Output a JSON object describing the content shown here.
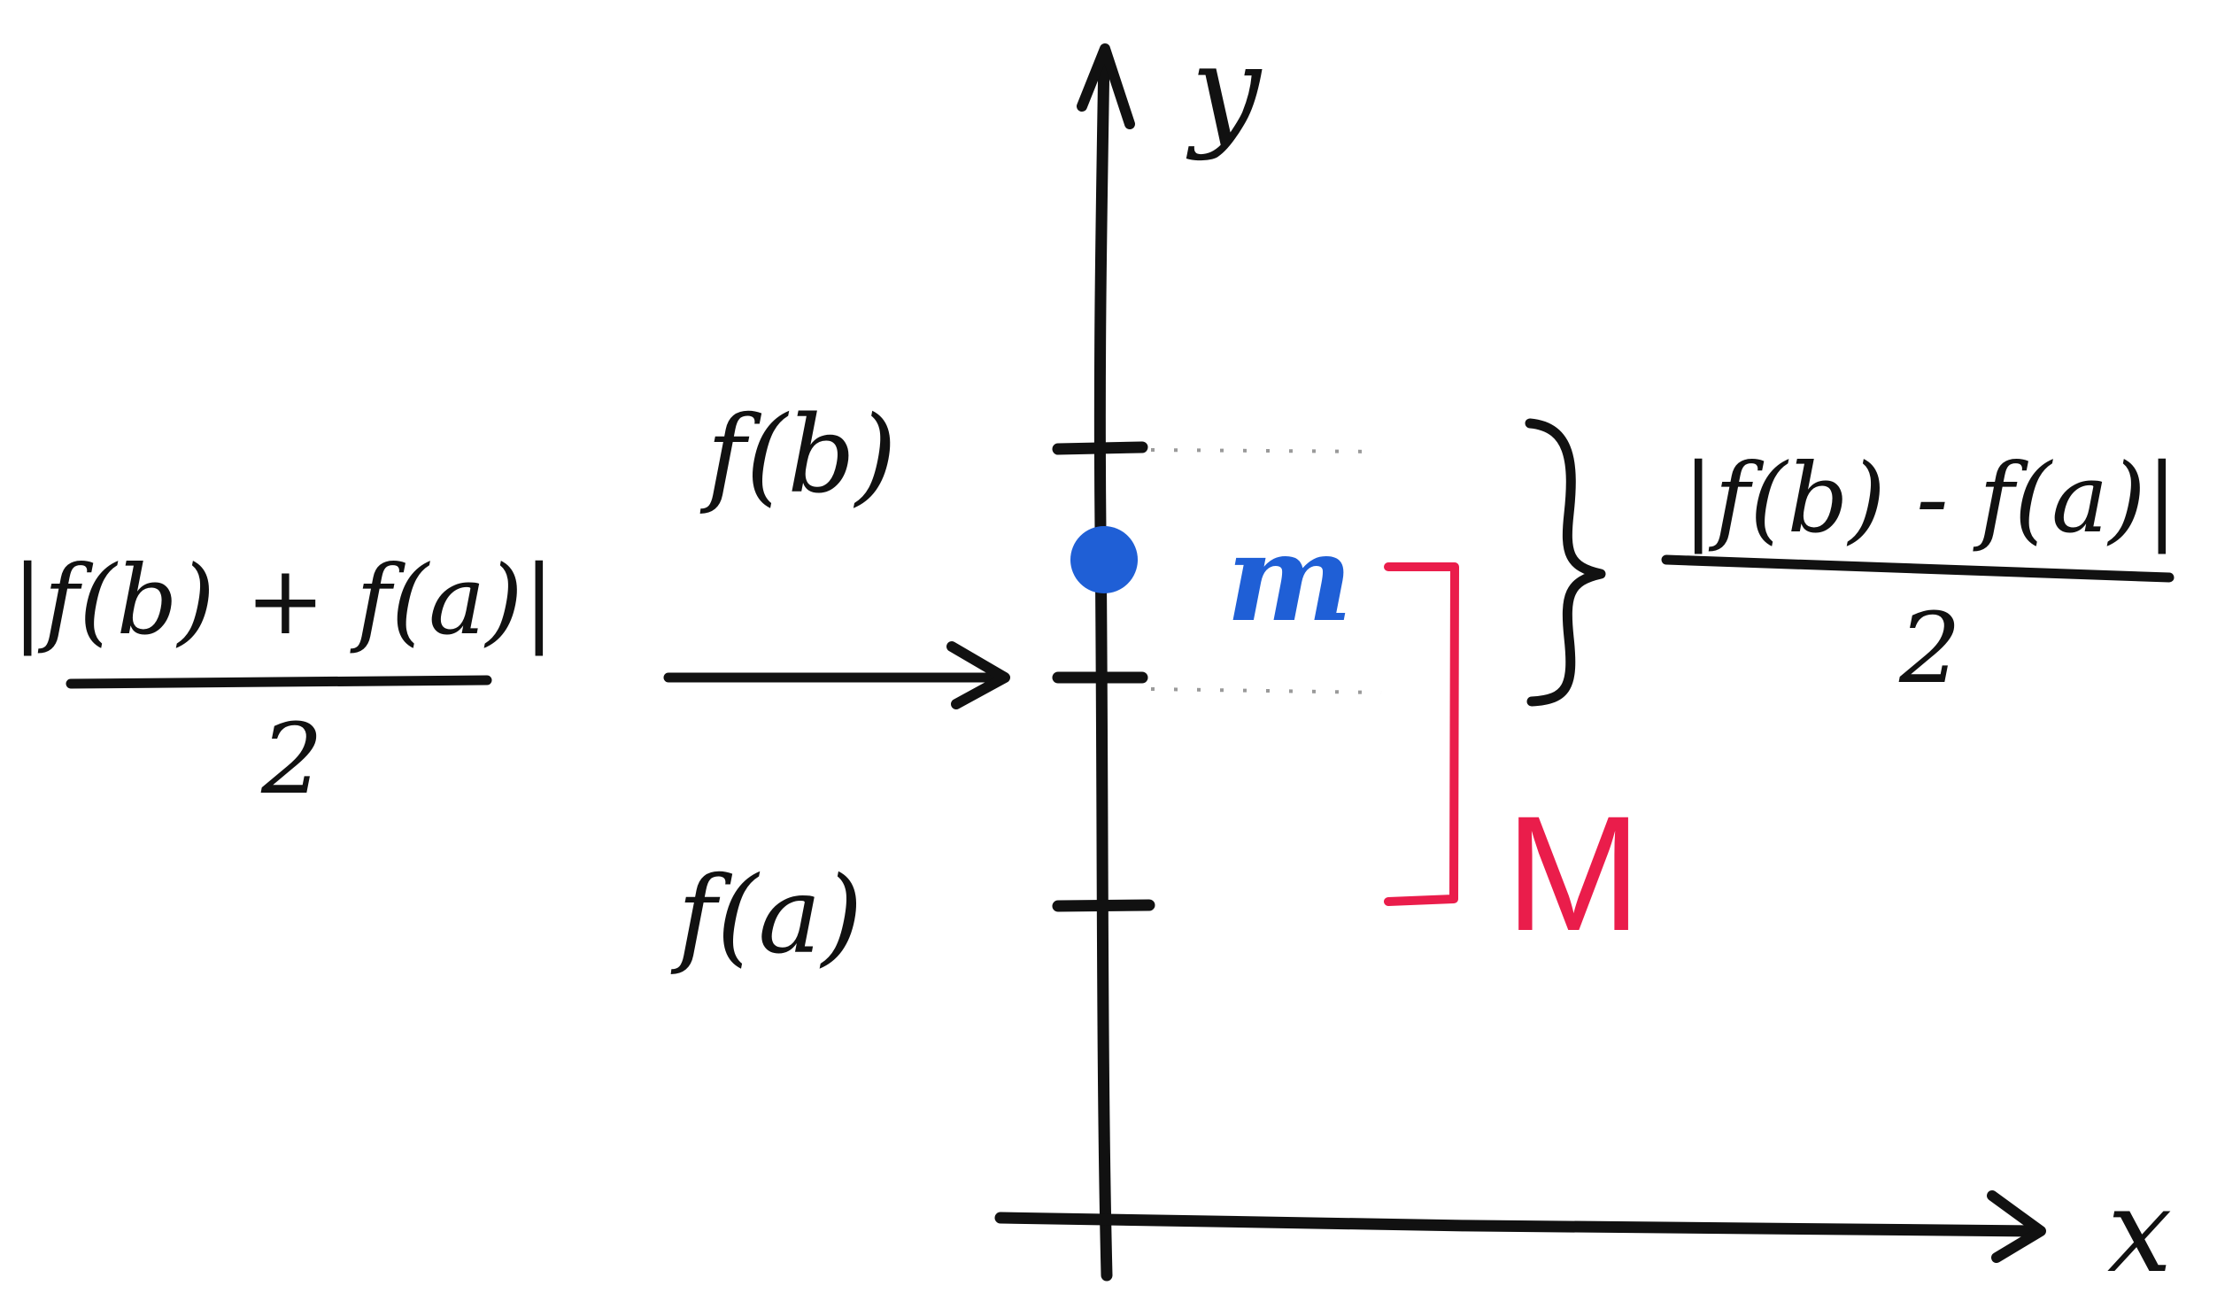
{
  "axes": {
    "x_label": "x",
    "y_label": "y"
  },
  "ticks": {
    "f_b": "f(b)",
    "f_a": "f(a)"
  },
  "left_formula": {
    "numerator": "|f(b) + f(a)|",
    "denominator": "2"
  },
  "right_formula": {
    "numerator": "|f(b) - f(a)|",
    "denominator": "2"
  },
  "midpoint_label": "m",
  "bound_label": "M",
  "colors": {
    "ink": "#111111",
    "midpoint": "#1f5fd6",
    "bound": "#ea1d4b",
    "dotted_guide": "#9a9a9a"
  }
}
